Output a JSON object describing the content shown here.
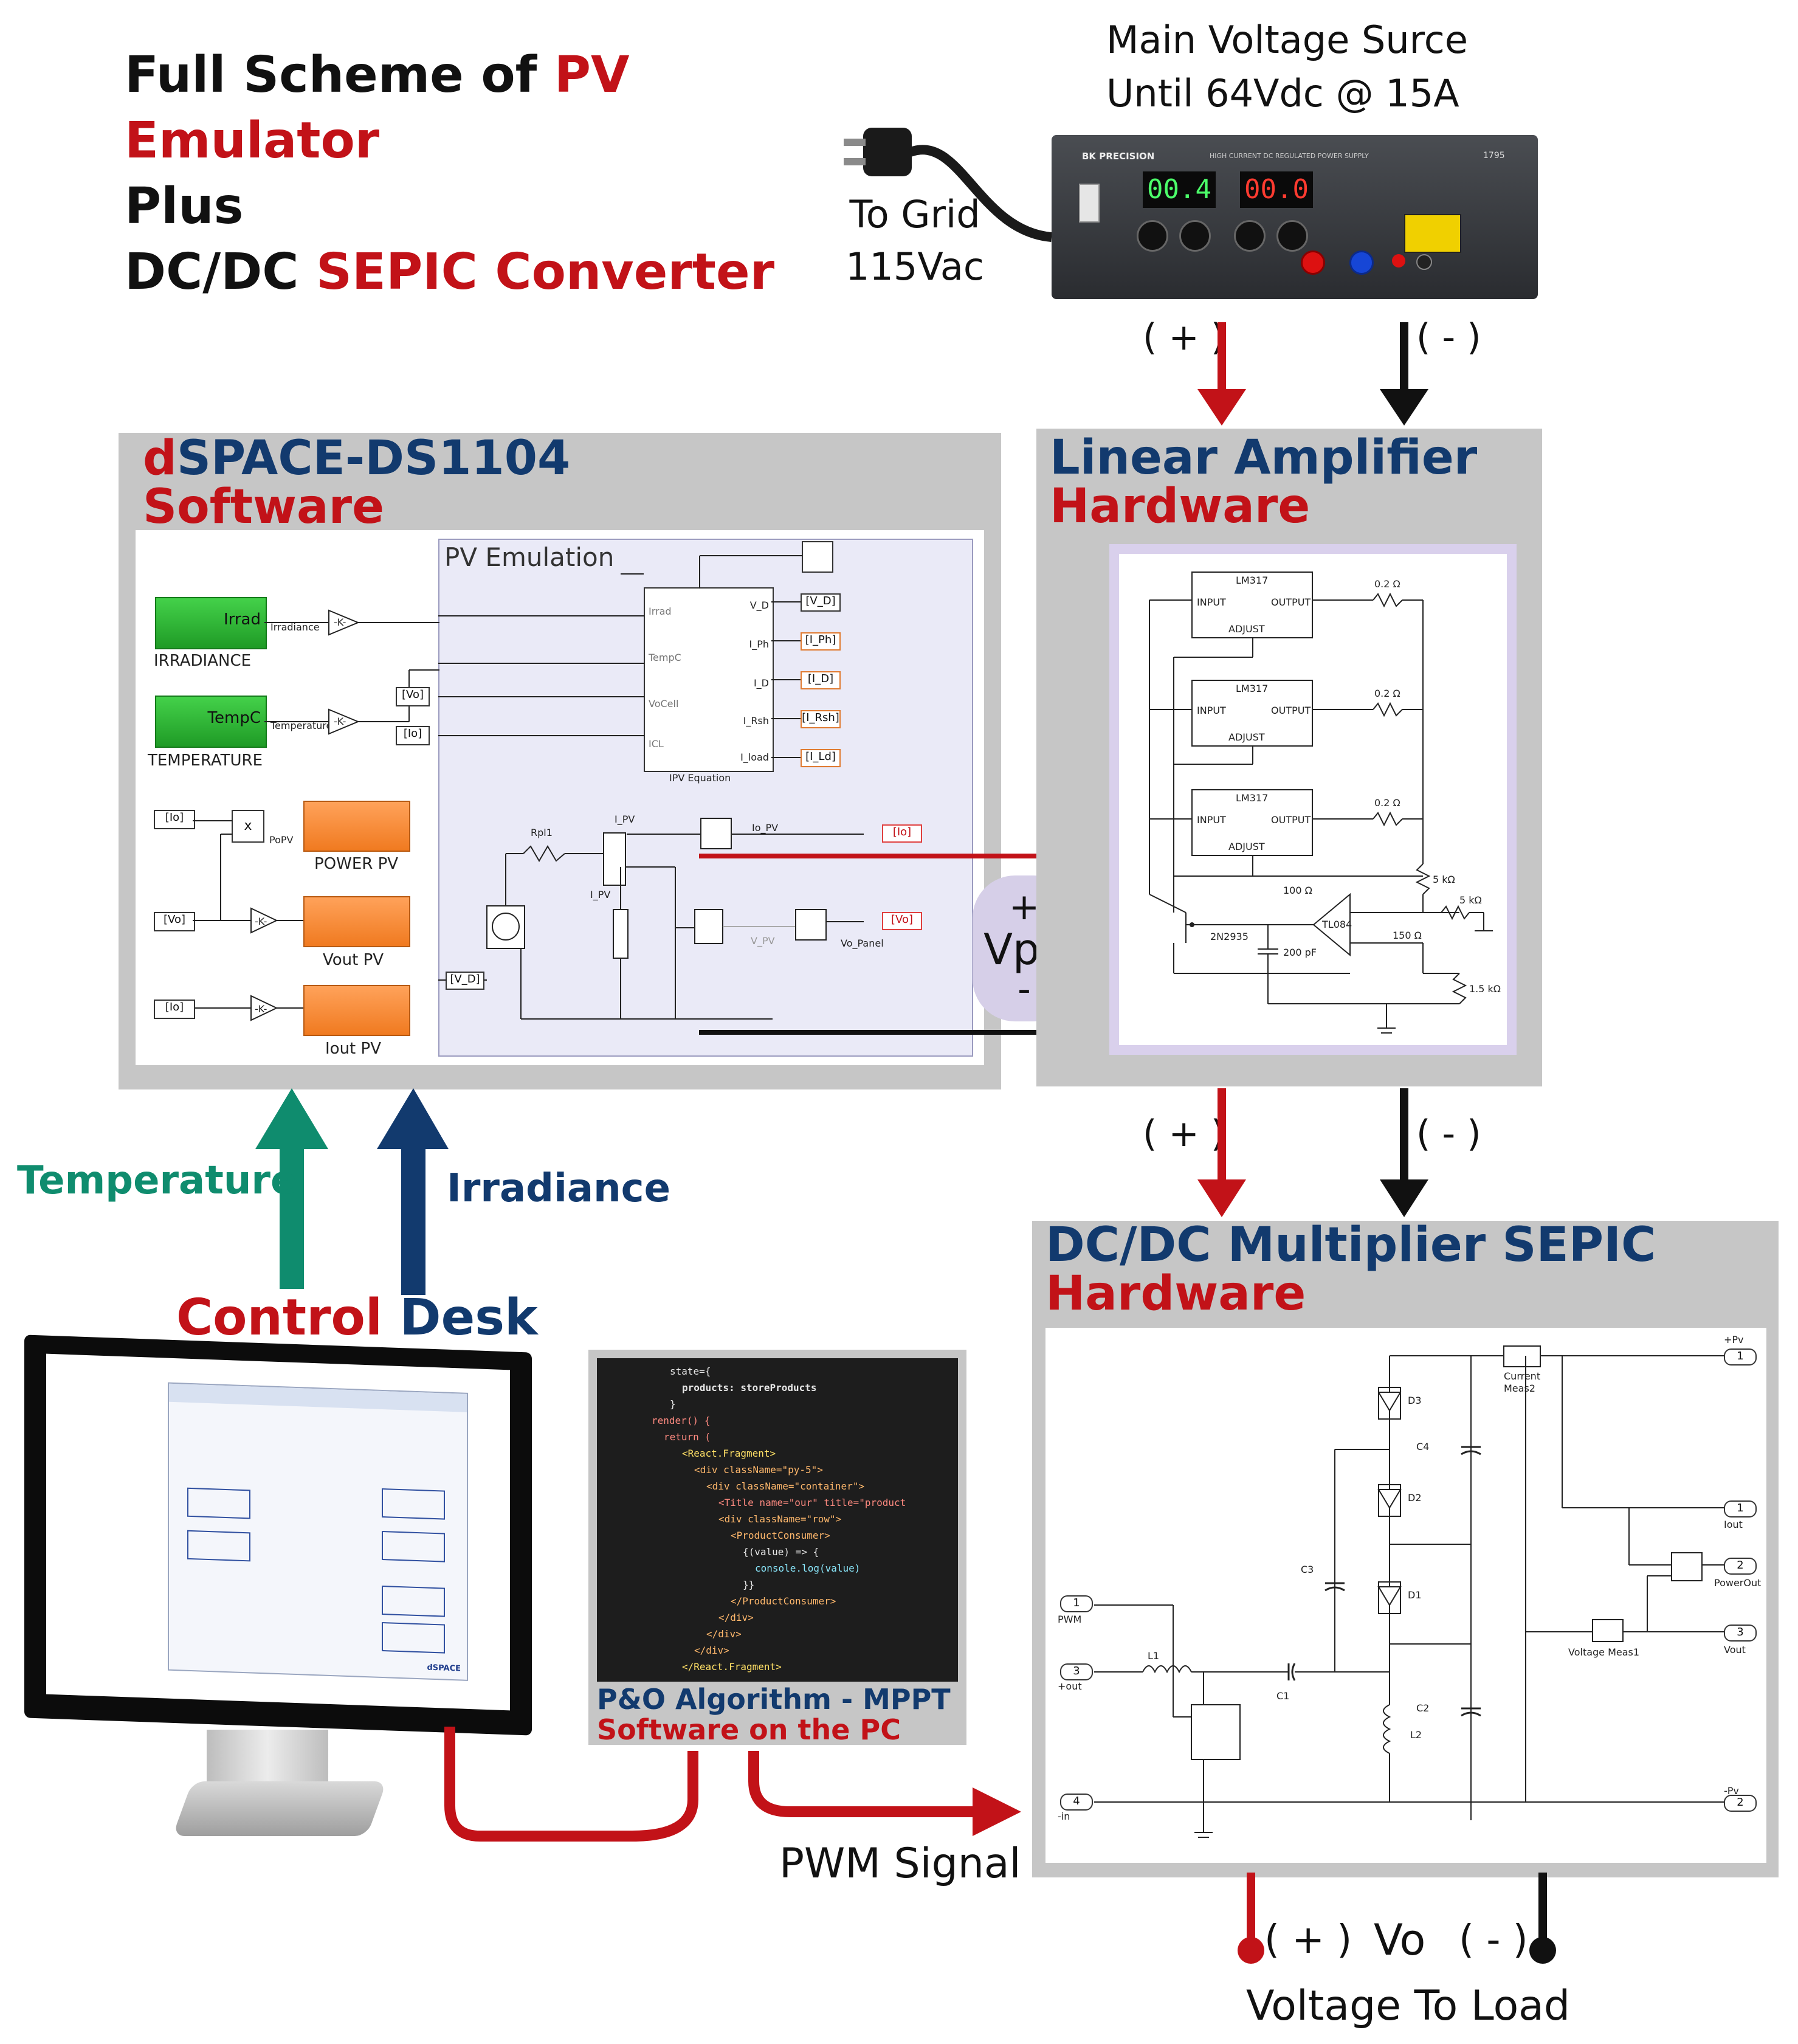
{
  "title": {
    "line1_a": "Full Scheme of ",
    "line1_b": "PV",
    "line2": "Emulator",
    "line3": "Plus",
    "line4_a": "DC/DC ",
    "line4_b": "SEPIC Converter"
  },
  "source": {
    "heading_line1": "Main Voltage Surce",
    "heading_line2": "Until 64Vdc @ 15A",
    "grid_line1": "To Grid",
    "grid_line2": "115Vac",
    "psu_brand": "BK PRECISION",
    "psu_desc": "HIGH CURRENT DC REGULATED POWER SUPPLY",
    "psu_model": "1795",
    "display_voltage": "00.4",
    "display_current": "00.0",
    "plus_label": "( + )",
    "minus_label": "( - )"
  },
  "dspace": {
    "title_a": "d",
    "title_b": "SPACE-DS1104",
    "title_line2": "Software",
    "subsystem_title": "PV Emulation",
    "irradiance_src": "Irrad",
    "irradiance_signal": "Irradiance",
    "irradiance_label": "IRRADIANCE",
    "temperature_src": "TempC",
    "temperature_signal": "Temperature",
    "temperature_label": "TEMPERATURE",
    "gain": "-K-",
    "tag_io": "[Io]",
    "tag_vo": "[Vo]",
    "tag_vd": "[V_D]",
    "mult": "x",
    "popv": "PoPV",
    "power_pv": "POWER PV",
    "vout_pv": "Vout PV",
    "iout_pv": "Iout PV",
    "eq_in_irrad": "Irrad",
    "eq_in_tempc": "TempC",
    "eq_in_vocell": "VoCell",
    "eq_in_icl": "ICL",
    "eq_out_vd": "V_D",
    "eq_out_iph": "I_Ph",
    "eq_out_id": "I_D",
    "eq_out_irsh": "I_Rsh",
    "eq_out_iload": "I_load",
    "eq_name": "IPV Equation",
    "goto_vd": "[V_D]",
    "goto_iph": "[I_Ph]",
    "goto_id": "[I_D]",
    "goto_irsh": "[I_Rsh]",
    "goto_ild": "[I_Ld]",
    "rpl1": "Rpl1",
    "ipv": "I_PV",
    "ipv2": "I_PV",
    "io_pv": "Io_PV",
    "goto_io": "[Io]",
    "v_pv": "V_PV",
    "vo_panel": "Vo_Panel",
    "goto_vo": "[Vo]"
  },
  "vpv": {
    "plus": "+",
    "label": "Vpv",
    "minus": "-"
  },
  "linear": {
    "title_line1": "Linear Amplifier",
    "title_line2": "Hardware",
    "lm317": "LM317",
    "input": "INPUT",
    "output": "OUTPUT",
    "adjust": "ADJUST",
    "r02": "0.2 Ω",
    "r5k": "5 kΩ",
    "r100": "100 Ω",
    "r5k2": "5 kΩ",
    "transistor": "2N2935",
    "cap": "200 pF",
    "opamp": "TL084",
    "r150": "150 Ω",
    "r15k": "1.5 kΩ",
    "plus_label": "( + )",
    "minus_label": "( - )"
  },
  "sepic": {
    "title_line1": "DC/DC Multiplier SEPIC",
    "title_line2": "Hardware",
    "d3": "D3",
    "d2": "D2",
    "d1": "D1",
    "c4": "C4",
    "c3": "C3",
    "c2": "C2",
    "c1": "C1",
    "l1": "L1",
    "l2": "L2",
    "current_meas": "Current Meas2",
    "voltage_meas": "Voltage Meas1",
    "pwm": "PWM",
    "out_plus": "+out",
    "in_minus": "-in",
    "pv_plus": "+Pv",
    "pv_minus": "-Pv",
    "iout": "Iout",
    "powerout": "PowerOut",
    "vout": "Vout",
    "port1": "1",
    "port2": "2",
    "port3": "3",
    "port4": "4"
  },
  "control": {
    "temperature": "Temperature",
    "irradiance": "Irradiance",
    "desk_a": "Control",
    "desk_b": " ",
    "desk_c": "Desk",
    "monitor_brand": "dSPACE"
  },
  "mppt": {
    "title_line1": "P&O Algorithm - MPPT",
    "title_line2": "Software on the PC",
    "code_lines": [
      "state={",
      "products: storeProducts",
      "}",
      "render() {",
      "return (",
      "<React.Fragment>",
      "<div className=\"py-5\">",
      "<div className=\"container\">",
      "<Title name=\"our\" title=\"product",
      "<div className=\"row\">",
      "<ProductConsumer>",
      "{(value) => {",
      "console.log(value)",
      "}}",
      "</ProductConsumer>",
      "</div>",
      "</div>",
      "</div>",
      "</React.Fragment>"
    ]
  },
  "output": {
    "pwm_signal": "PWM Signal",
    "plus": "( + )",
    "vo": "Vo",
    "minus": "( - )",
    "voltage_to_load": "Voltage To Load"
  },
  "colors": {
    "positive_wire": "#c21218",
    "negative_wire": "#111111",
    "accent_red": "#c21218",
    "accent_navy": "#123a6e",
    "accent_teal": "#0f8c6e",
    "panel_gray": "#c6c6c6",
    "vpv_bubble": "#d6cfe8"
  }
}
